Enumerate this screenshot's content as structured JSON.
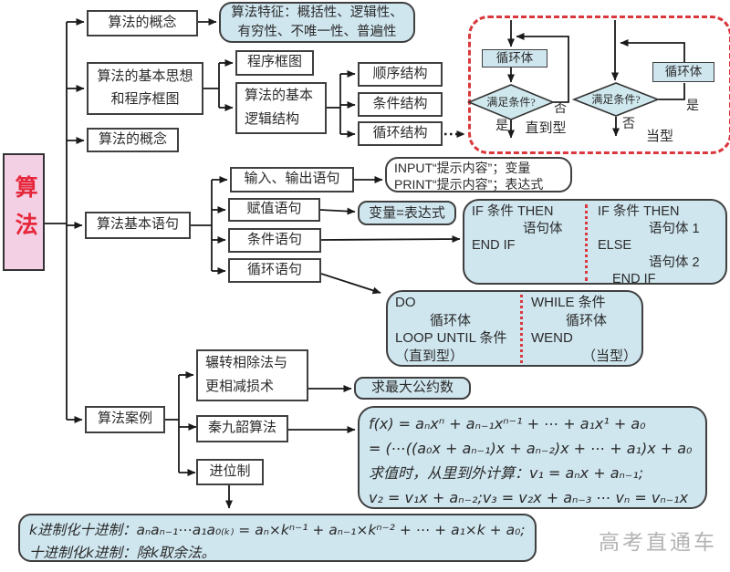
{
  "title_node": {
    "label": "算法"
  },
  "branches": {
    "concept1": {
      "label": "算法的概念"
    },
    "features": {
      "line1": "算法特征：概括性、逻辑性、",
      "line2": "有穷性、不唯一性、普遍性"
    },
    "basic_idea": {
      "line1": "算法的基本思想",
      "line2": "和程序框图"
    },
    "flowchart": {
      "label": "程序框图"
    },
    "logic_structure": {
      "line1": "算法的基本",
      "line2": "逻辑结构"
    },
    "sequence": {
      "label": "顺序结构"
    },
    "condition": {
      "label": "条件结构"
    },
    "loop": {
      "label": "循环结构"
    },
    "concept2": {
      "label": "算法的概念"
    },
    "statements": {
      "label": "算法基本语句"
    },
    "io_stmt": {
      "label": "输入、输出语句"
    },
    "assign_stmt": {
      "label": "赋值语句"
    },
    "cond_stmt": {
      "label": "条件语句"
    },
    "loop_stmt": {
      "label": "循环语句"
    },
    "cases": {
      "label": "算法案例"
    },
    "euclid": {
      "line1": "辗转相除法与",
      "line2": "更相减损术"
    },
    "qin": {
      "label": "秦九韶算法"
    },
    "base": {
      "label": "进位制"
    },
    "gcd": {
      "label": "求最大公约数"
    }
  },
  "io_box": {
    "line1": "INPUT“提示内容”；变量",
    "line2": "PRINT“提示内容”；表达式"
  },
  "assign_box": {
    "label": "变量=表达式"
  },
  "if_box": {
    "left": [
      "IF 条件 THEN",
      "语句体",
      "END  IF"
    ],
    "right": [
      "IF 条件  THEN",
      "语句体 1",
      "ELSE",
      "语句体 2",
      "END  IF"
    ]
  },
  "loop_box": {
    "left": [
      "DO",
      "循环体",
      "LOOP UNTIL 条件",
      "（直到型）"
    ],
    "right": [
      "WHILE  条件",
      "循环体",
      "WEND",
      "（当型）"
    ]
  },
  "flowcharts": {
    "loop_body": "循环体",
    "condition_q": "满足条件?",
    "yes": "是",
    "no": "否",
    "until_type": "直到型",
    "while_type": "当型"
  },
  "formula_box": {
    "line1": "f(x) = aₙxⁿ + aₙ₋₁xⁿ⁻¹ + ⋯ + a₁x¹ + a₀",
    "line2": "= (⋯((a₀x + aₙ₋₁)x + aₙ₋₂)x + ⋯ + a₁)x + a₀",
    "line3": "求值时，从里到外计算：v₁ = aₙx + aₙ₋₁;",
    "line4": "v₂ = v₁x + aₙ₋₂;v₃ = v₂x + aₙ₋₃ ⋯ vₙ = vₙ₋₁x + a₀"
  },
  "base_box": {
    "line1": "k进制化十进制：aₙaₙ₋₁⋯a₁a₀₍ₖ₎ = aₙ×kⁿ⁻¹ + aₙ₋₁×kⁿ⁻² + ⋯ + a₁×k + a₀;",
    "line2": "十进制化k进制：除k取余法。"
  },
  "watermark": "高考直通车",
  "colors": {
    "blue_fill": "#cfe6ef",
    "pink_fill": "#f4d0e4",
    "red_accent": "#d9383d",
    "red_text": "#e6283c",
    "line": "#1a1a1a",
    "watermark_gray": "#b3b3b3"
  }
}
